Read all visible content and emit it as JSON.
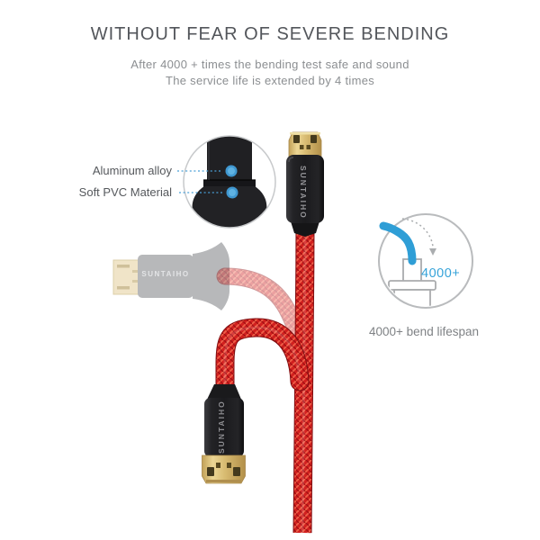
{
  "header": {
    "title": "WITHOUT FEAR OF SEVERE BENDING",
    "subtitle_line1": "After 4000 + times the bending test safe and sound",
    "subtitle_line2": "The service life is extended by 4 times"
  },
  "material_callouts": {
    "aluminum_label": "Aluminum alloy",
    "pvc_label": "Soft PVC Material"
  },
  "brand": {
    "name": "SUNTAIHO"
  },
  "badge": {
    "value": "4000+",
    "caption": "4000+ bend lifespan"
  },
  "colors": {
    "title_gray": "#53565b",
    "subtitle_gray": "#8b8e91",
    "accent_blue": "#36a3d9",
    "leader_blue": "#4aa0d8",
    "cable_red": "#d2201f",
    "cable_red_highlight": "#ef6049",
    "cable_red_shadow": "#a31114",
    "connector_gold": "#d9bc72",
    "housing_black": "#1b1b1e",
    "ghost_gray": "#b7b8ba",
    "circle_outline_gray": "#c7c9cb"
  }
}
